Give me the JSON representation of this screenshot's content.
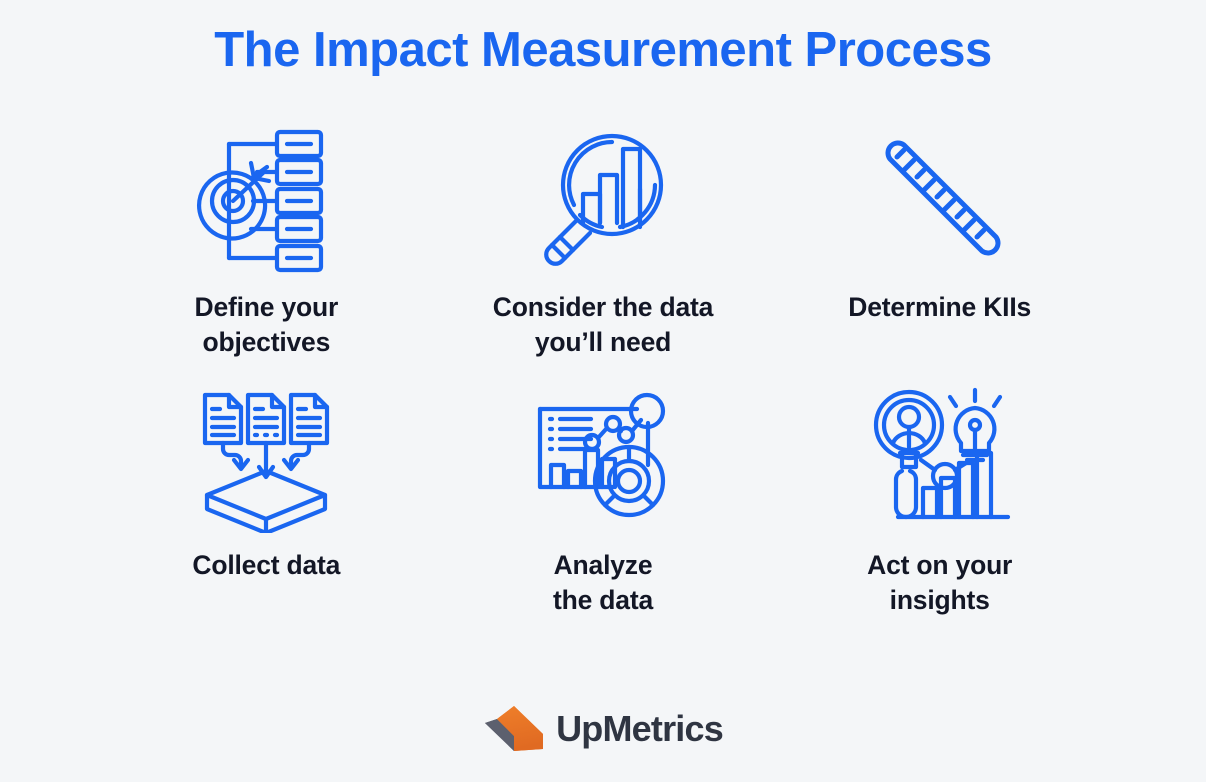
{
  "background_color": "#f4f6f8",
  "accent_color": "#1a66f0",
  "text_color": "#131726",
  "header": {
    "title": "The Impact Measurement Process"
  },
  "steps": [
    {
      "label": "Define your\nobjectives",
      "icon": "target-objectives-icon",
      "icon_color": "#1a66f0"
    },
    {
      "label": "Consider the data\nyou’ll need",
      "icon": "magnifier-bar-chart-icon",
      "icon_color": "#1a66f0"
    },
    {
      "label": "Determine KIIs",
      "icon": "ruler-icon",
      "icon_color": "#1a66f0"
    },
    {
      "label": "Collect data",
      "icon": "documents-to-storage-icon",
      "icon_color": "#1a66f0"
    },
    {
      "label": "Analyze\nthe data",
      "icon": "dashboard-analytics-icon",
      "icon_color": "#1a66f0"
    },
    {
      "label": "Act on your\ninsights",
      "icon": "magnifier-person-lightbulb-icon",
      "icon_color": "#1a66f0"
    }
  ],
  "brand": {
    "name": "UpMetrics",
    "mark": "upmetrics-chevron-logo",
    "mark_primary_color": "#e8752a",
    "mark_secondary_color": "#4a4e5c",
    "name_color": "#2f3542"
  }
}
